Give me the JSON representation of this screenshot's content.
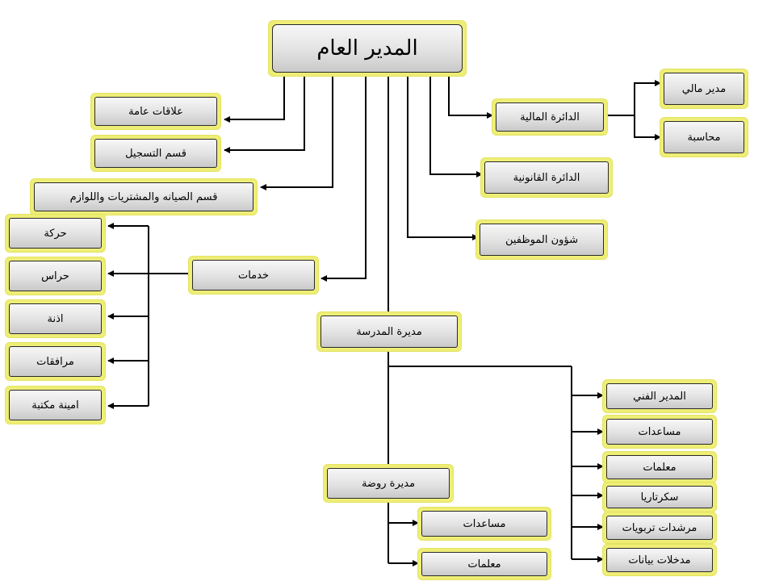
{
  "nodes": {
    "root": "المدير العام",
    "public_relations": "علاقات عامة",
    "registration": "قسم التسجيل",
    "maintenance": "قسم الصيانه والمشتريات واللوازم",
    "services": "خدمات",
    "movement": "حركة",
    "guards": "حراس",
    "attendants": "اذنة",
    "escorts": "مرافقات",
    "librarians": "امينة مكتبة",
    "finance_dept": "الدائرة المالية",
    "financial_manager": "مدير مالي",
    "accounting": "محاسبة",
    "legal_dept": "الدائرة القانونية",
    "hr": "شؤون الموظفين",
    "school_principal": "مديرة المدرسة",
    "technical_manager": "المدير الفني",
    "school_assistants": "مساعدات",
    "school_teachers": "معلمات",
    "secretary": "سكرتاريا",
    "counselors": "مرشدات تربويات",
    "data_entry": "مدخلات بيانات",
    "kindergarten_principal": "مديرة روضة",
    "kg_assistants": "مساعدات",
    "kg_teachers": "معلمات"
  },
  "colors": {
    "node_border": "#eeee77",
    "connector": "#000000"
  }
}
